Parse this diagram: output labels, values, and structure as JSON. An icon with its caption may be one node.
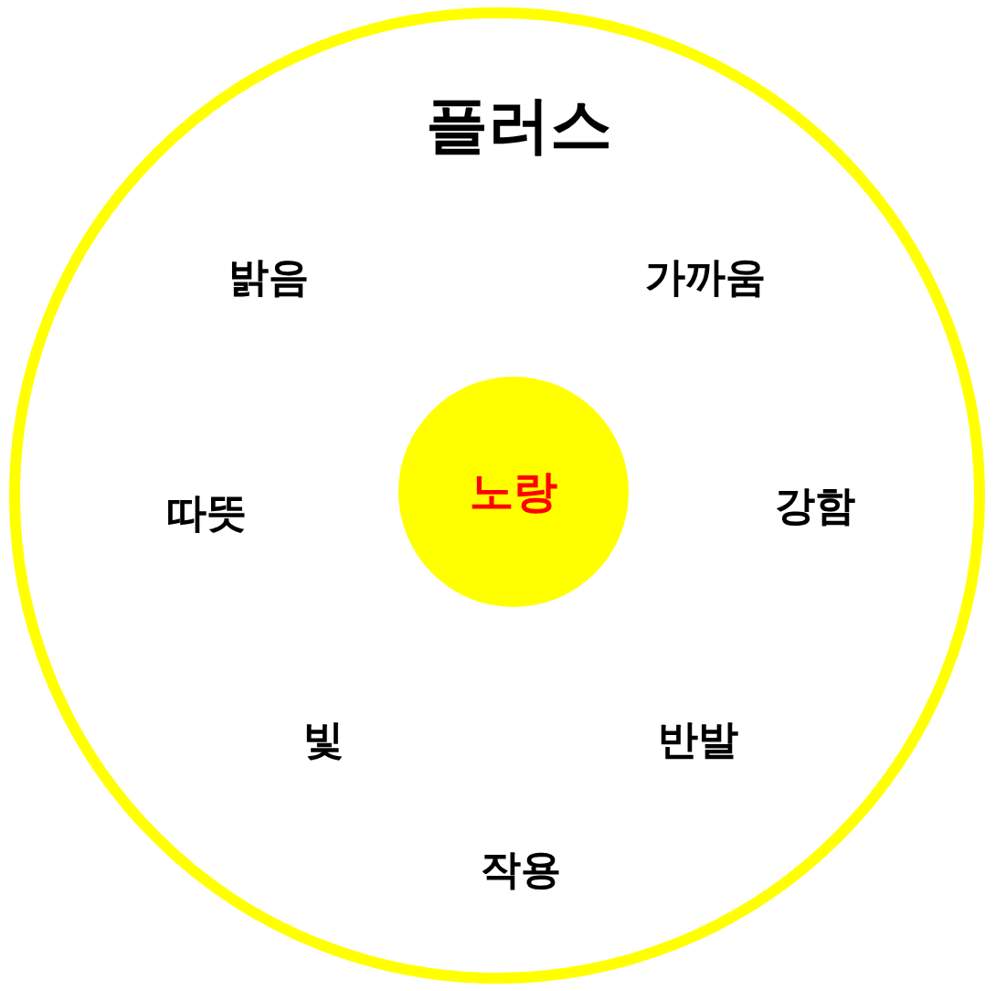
{
  "diagram": {
    "nodes": [
      {
        "text": [
          "플러스"
        ]
      },
      {
        "text": [
          "노랑"
        ],
        "in": 0
      }
    ],
    "labels": [
      "밝음",
      "가까움",
      "따뜻",
      "강함",
      "빛",
      "반발",
      "작용"
    ]
  }
}
